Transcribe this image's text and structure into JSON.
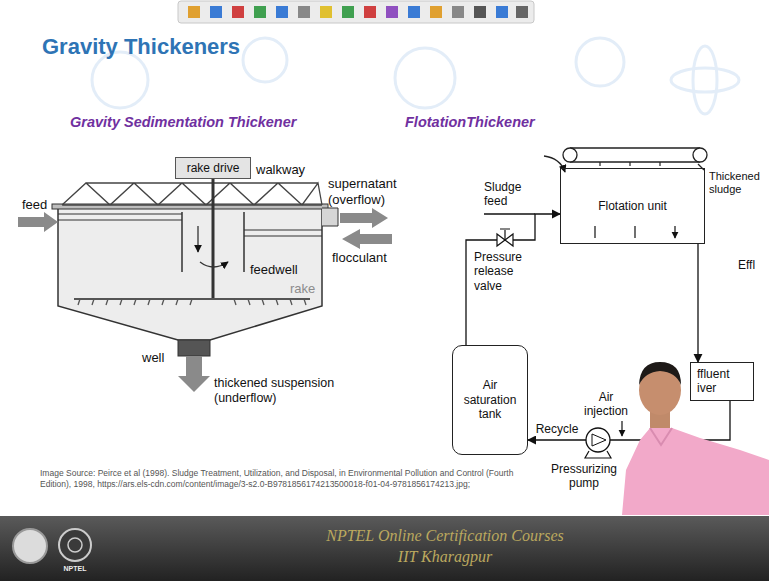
{
  "diagram": {
    "title": "Gravity Thickeners",
    "caption": "Image Source: Peirce et al (1998). Sludge Treatment, Utilization, and Disposal, in Environmental Pollution and Control (Fourth Edition), 1998, https://ars.els-cdn.com/content/image/3-s2.0-B9781856174213500018-f01-04-9781856174213.jpg;",
    "nodes": [
      {
        "text": [
          "rake drive"
        ]
      },
      {
        "text": [
          "Flotation unit"
        ]
      },
      {
        "text": [
          "Air saturation tank"
        ]
      },
      {
        "text": [
          "ffluent iver"
        ]
      }
    ],
    "edges": [
      {
        "from": 1,
        "to": 3,
        "arrow": "to"
      },
      {
        "from": 3,
        "to": 2,
        "label": "Recycle",
        "arrow": "to"
      },
      {
        "from": 2,
        "to": 1,
        "arrow": "to"
      }
    ],
    "labels": [
      "Gravity Sedimentation Thickener",
      "FlotationThickener",
      "walkway",
      "supernatant (overflow)",
      "feed",
      "flocculant",
      "feedwell",
      "rake",
      "well",
      "thickened suspension (underflow)",
      "Sludge feed",
      "Thickened sludge",
      "Pressure release valve",
      "Air injection",
      "Pressurizing pump",
      "Effl",
      "NPTEL Online Certification Courses",
      "IIT Kharagpur",
      "NPTEL"
    ]
  }
}
